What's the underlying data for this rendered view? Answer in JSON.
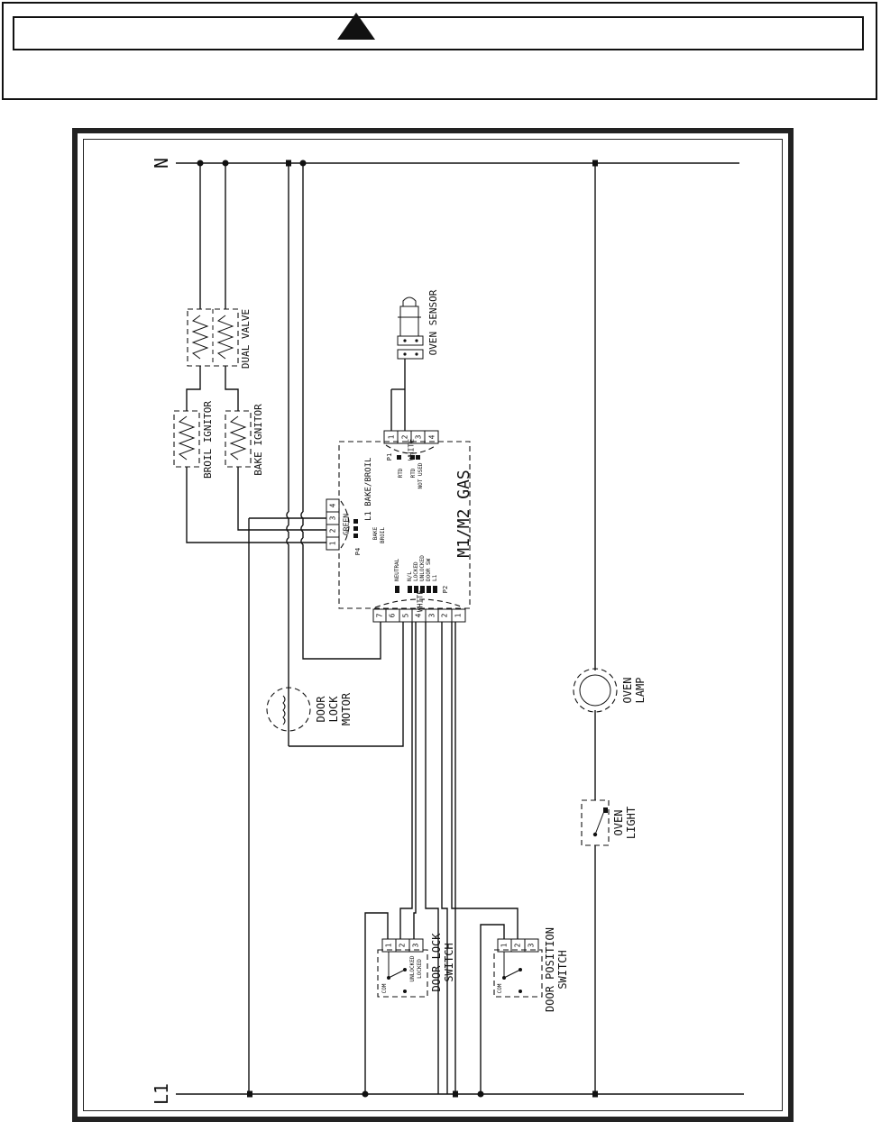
{
  "warning": {
    "icon": "warning-triangle-icon"
  },
  "lines": {
    "neutral": "N",
    "line1": "L1"
  },
  "components": {
    "dual_valve": "DUAL VALVE",
    "broil_ignitor": "BROIL IGNITOR",
    "bake_ignitor": "BAKE IGNITOR",
    "oven_sensor": "OVEN SENSOR",
    "control": "M1/M2 GAS",
    "door_lock_motor": [
      "DOOR",
      "LOCK",
      "MOTOR"
    ],
    "oven_lamp": [
      "OVEN",
      "LAMP"
    ],
    "oven_light": [
      "OVEN",
      "LIGHT"
    ],
    "door_lock_switch": [
      "DOOR LOCK",
      "SWITCH"
    ],
    "door_position_switch": [
      "DOOR POSITION",
      "SWITCH"
    ]
  },
  "connectors": {
    "p1": {
      "name": "P1",
      "color": "WHITE",
      "pins": [
        "1",
        "2",
        "3",
        "4"
      ],
      "labels": [
        "RTD",
        "RTD",
        "NOT USED"
      ]
    },
    "p4": {
      "name": "P4",
      "color": "GREEN",
      "pins": [
        "1",
        "2",
        "3",
        "4"
      ],
      "labels": [
        "L1 BAKE/BROIL",
        "BAKE",
        "BROIL"
      ]
    },
    "p2": {
      "name": "P2",
      "color": "WHITE",
      "pins": [
        "1",
        "2",
        "3",
        "4",
        "5",
        "6",
        "7"
      ],
      "labels": [
        "NEUTRAL",
        "N/L",
        "LOCKED",
        "UNLOCKED",
        "DOOR SW",
        "L1"
      ]
    }
  },
  "switch_labels": {
    "com": "COM",
    "unlocked": "UNLOCKED",
    "locked": "LOCKED",
    "pins": [
      "1",
      "2",
      "3"
    ]
  }
}
